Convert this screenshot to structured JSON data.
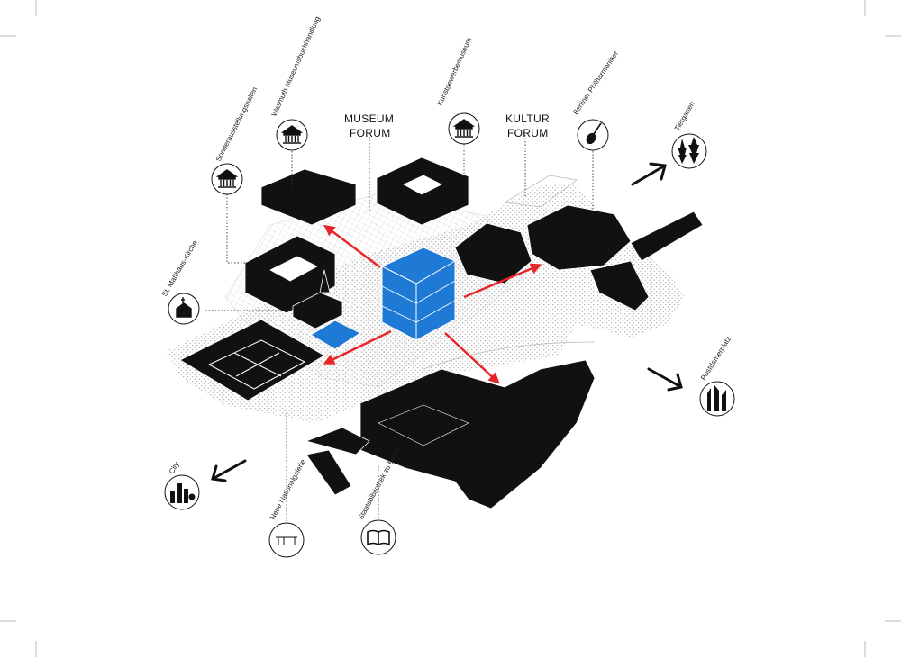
{
  "labels": {
    "museum_forum_line1": "MUSEUM",
    "museum_forum_line2": "FORUM",
    "kultur_forum_line1": "KULTUR",
    "kultur_forum_line2": "FORUM",
    "sonderausstellungshallen": "Sonderausstellungshallen",
    "wasmuth": "Wasmuth Museumsbuchhandlung",
    "kunstgewerbemuseum": "Kunstgewerbemuseum",
    "philharmoniker": "Berliner Philharmoniker",
    "tiergarten": "Tiergarten",
    "matthaeus": "St. Matthäus-Kirche",
    "postdamerplatz": "Postdamerplatz",
    "city": "City",
    "nationalgalerie": "Neue Nationalgalerie",
    "staatsbibliothek": "Staatsbibliothek zu Berlin"
  },
  "icons": {
    "sonderausstellungshallen": "museum-icon",
    "wasmuth": "museum-icon",
    "kunstgewerbemuseum": "museum-icon",
    "philharmoniker": "violin-icon",
    "tiergarten": "trees-icon",
    "matthaeus": "church-icon",
    "postdamerplatz": "skyline-icon",
    "city": "city-icon",
    "nationalgalerie": "gallery-icon",
    "staatsbibliothek": "book-icon"
  },
  "colors": {
    "building": "#111111",
    "museum_forum_block": "#1f7ad6",
    "arrows": "#e8262a",
    "hatch": "#bbbbbb"
  }
}
